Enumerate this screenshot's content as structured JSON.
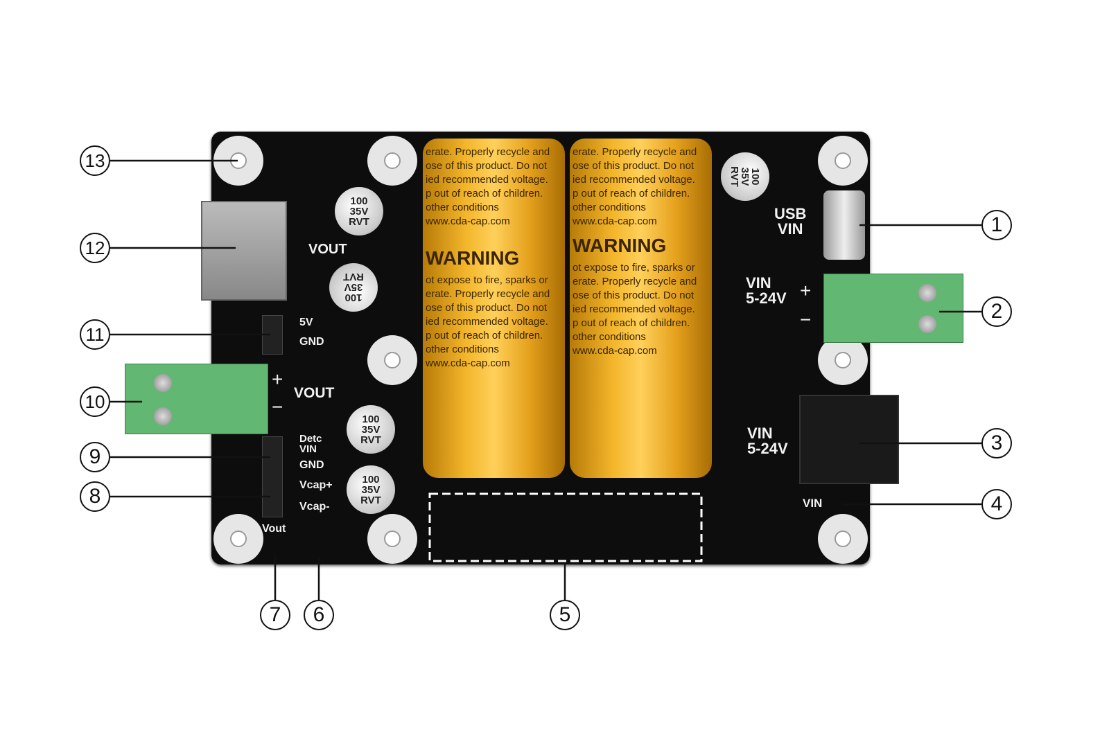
{
  "callouts": [
    "1",
    "2",
    "3",
    "4",
    "5",
    "6",
    "7",
    "8",
    "9",
    "10",
    "11",
    "12",
    "13"
  ],
  "silkscreen": {
    "usb_vin": [
      "USB",
      "VIN"
    ],
    "vin_terminal": [
      "VIN",
      "5-24V"
    ],
    "plus": "+",
    "minus": "−",
    "vin_dc": [
      "VIN",
      "5-24V"
    ],
    "vin_led": "VIN",
    "vout_usb": "VOUT",
    "header_5v": "5V",
    "header_gnd": "GND",
    "vout_terminal": "VOUT",
    "detc_vin": [
      "Detc",
      "VIN"
    ],
    "gnd2": "GND",
    "vcap_plus": "Vcap+",
    "vcap_minus": "Vcap-",
    "vout_led": "Vout"
  },
  "electrolytic_label": [
    "100",
    "35V",
    "RVT"
  ],
  "supercap_text": "erate. Properly recycle and\nose of this product. Do not\nied recommended voltage.\np out of reach of children.\nother conditions\nwww.cda-cap.com",
  "supercap_warning": "WARNING",
  "supercap_line": "ot expose to fire, sparks or"
}
